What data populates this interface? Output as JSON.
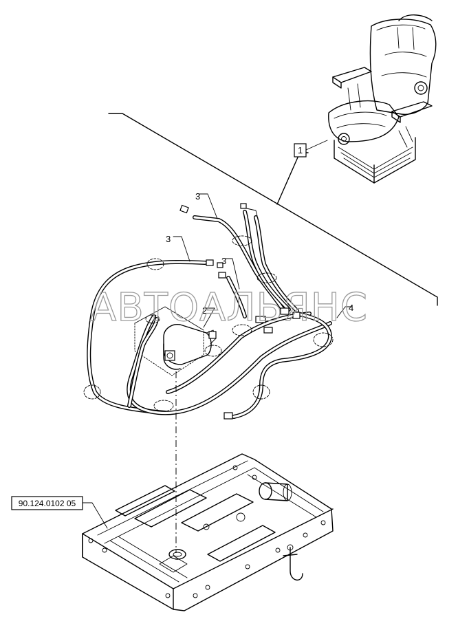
{
  "watermark": "АВТОАЛЬЯНС",
  "callouts": {
    "seat": "1",
    "compressor": "2",
    "hose_top": "3",
    "hose_left": "3",
    "hose_mid": "3",
    "harness": "4"
  },
  "reference_label": "90.124.0102 05",
  "icons": {
    "seat": "operator-seat-icon",
    "compressor": "air-compressor-icon",
    "base_frame": "seat-base-frame-icon"
  }
}
